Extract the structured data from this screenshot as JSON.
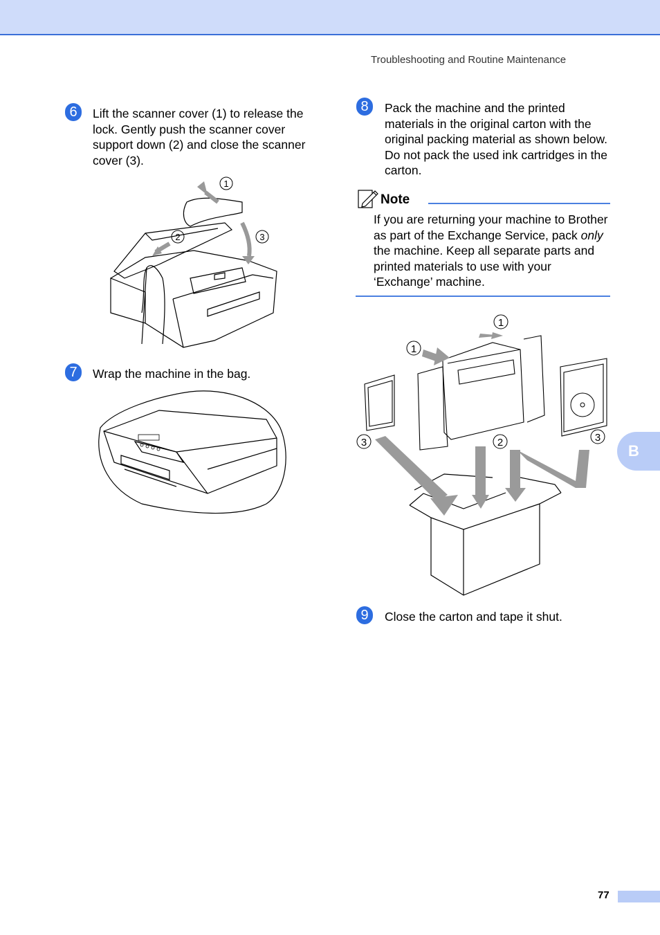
{
  "header": {
    "title": "Troubleshooting and Routine Maintenance"
  },
  "steps": [
    {
      "number": "6",
      "text": "Lift the scanner cover (1) to release the lock. Gently push the scanner cover support down (2) and close the scanner cover (3)."
    },
    {
      "number": "7",
      "text": "Wrap the machine in the bag."
    },
    {
      "number": "8",
      "text": "Pack the machine and the printed materials in the original carton with the original packing material as shown below. Do not pack the used ink cartridges in the carton."
    },
    {
      "number": "9",
      "text": "Close the carton and tape it shut."
    }
  ],
  "note": {
    "title": "Note",
    "text_before": "If you are returning your machine to Brother as part of the Exchange Service, pack ",
    "text_emphasis": "only",
    "text_after": " the machine. Keep all separate parts and printed materials to use with your ‘Exchange’ machine."
  },
  "callouts": {
    "one": "1",
    "two": "2",
    "three": "3"
  },
  "side_tab": {
    "label": "B"
  },
  "footer": {
    "page_number": "77"
  },
  "colors": {
    "accent": "#2d6de0",
    "top_band": "#cfdcfa",
    "tab": "#b9ccf7"
  }
}
